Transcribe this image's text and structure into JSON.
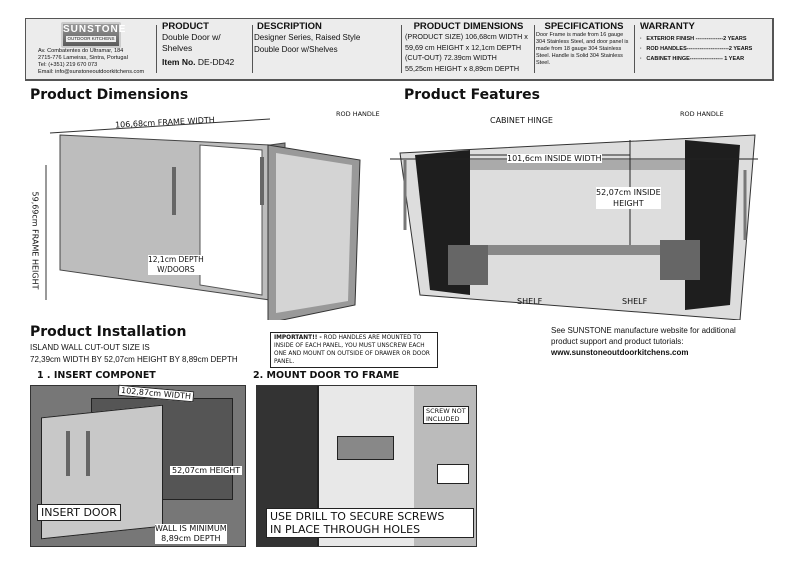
{
  "header": {
    "logo": {
      "brand": "SUNSTONE",
      "sub": "OUTDOOR KITCHENS"
    },
    "address": [
      "Av. Combatentes do Ultramar, 184",
      "2715-776 Lameiras, Sintra, Portugal",
      "Tel: (+351) 219 670 073",
      "Email: info@sunstoneoutdoorkitchens.com"
    ],
    "product": {
      "title": "PRODUCT",
      "name": "Double Door w/ Shelves",
      "item_label": "Item No.",
      "item_no": "DE-DD42"
    },
    "description": {
      "title": "DESCRIPTION",
      "lines": [
        "Designer Series, Raised Style",
        "Double Door w/Shelves"
      ]
    },
    "dimensions": {
      "title": "PRODUCT DIMENSIONS",
      "lines": [
        "(PRODUCT SIZE) 106,68cm WIDTH x",
        "59,69 cm HEIGHT x 12,1cm DEPTH",
        "(CUT-OUT) 72.39cm WIDTH",
        "55,25cm HEIGHT x 8,89cm DEPTH"
      ]
    },
    "specifications": {
      "title": "SPECIFICATIONS",
      "text": "Door Frame is made from 16 gauge 304 Stainless Steel, and door panel is made from 18 gauge 304 Stainless Steel. Handle is Solid 304 Stainless Steel."
    },
    "warranty": {
      "title": "WARRANTY",
      "items": [
        "EXTERIOR FINISH ---------------2 YEARS",
        "ROD HANDLES-----------------------2 YEARS",
        "CABINET HINGE------------------ 1 YEAR"
      ]
    }
  },
  "dims_section": {
    "title": "Product Dimensions",
    "frame_width": "106,68cm FRAME WIDTH",
    "frame_height": "59,69cm  FRAME HEIGHT",
    "depth": [
      "12,1cm DEPTH",
      "W/DOORS"
    ]
  },
  "features": {
    "title": "Product Features",
    "rod_handle_left": "ROD HANDLE",
    "rod_handle_right": "ROD HANDLE",
    "hinge": "CABINET HINGE",
    "inside_width": "101,6cm INSIDE WIDTH",
    "inside_height": [
      "52,07cm INSIDE",
      "HEIGHT"
    ],
    "shelf_left": "SHELF",
    "shelf_right": "SHELF"
  },
  "installation": {
    "title": "Product Installation",
    "cutout": [
      "ISLAND WALL CUT-OUT SIZE IS",
      "72,39cm WIDTH BY 52,07cm HEIGHT BY 8,89cm DEPTH"
    ],
    "important_label": "IMPORTANT!! -",
    "important_text": "ROD HANDLES ARE MOUNTED TO INSIDE OF EACH PANEL, YOU MUST UNSCREW EACH ONE AND MOUNT ON OUTSIDE OF DRAWER OR DOOR PANEL.",
    "support": [
      "See SUNSTONE manufacture website for additional",
      "product support and product tutorials:"
    ],
    "website": "www.sunstoneoutdoorkitchens.com",
    "step1": {
      "title": "1 . INSERT COMPONET",
      "width": "102,87cm WIDTH",
      "height": "52,07cm HEIGHT",
      "caption": "INSERT DOOR",
      "wall": [
        "WALL IS MINIMUM",
        "8,89cm DEPTH"
      ]
    },
    "step2": {
      "title": "2. MOUNT DOOR TO FRAME",
      "screw": [
        "SCREW NOT",
        "INCLUDED"
      ],
      "caption": [
        "USE DRILL TO SECURE SCREWS",
        "IN PLACE THROUGH HOLES"
      ]
    }
  }
}
